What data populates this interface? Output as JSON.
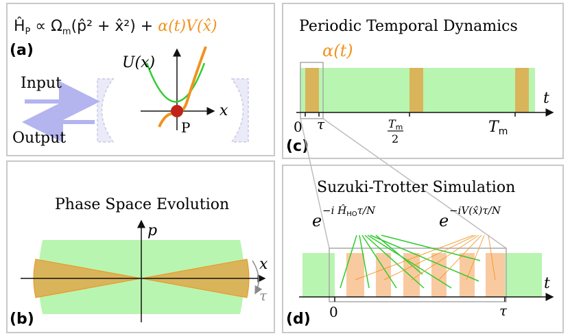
{
  "panel_a": {
    "label": "(a)",
    "formula_lhs": "Ĥ",
    "formula_lhs_sub": "P",
    "formula_mid": " ∝ Ω",
    "formula_mid_sub": "m",
    "formula_rhs_black": "(p̂² + x̂²) + ",
    "formula_rhs_orange": "α(t)V(x̂)",
    "input_label": "Input",
    "output_label": "Output",
    "potential_label": "U(x)",
    "x_axis_label": "x",
    "point_label": "P"
  },
  "panel_b": {
    "label": "(b)",
    "title": "Phase Space Evolution",
    "p_label": "p",
    "x_label": "x",
    "tau_label": "τ"
  },
  "panel_c": {
    "label": "(c)",
    "title": "Periodic Temporal Dynamics",
    "alpha_label": "α(t)",
    "t_label": "t",
    "tick_0": "0",
    "tick_tau": "τ",
    "tick_half_num": "T",
    "tick_half_num_sub": "m",
    "tick_half_den": "2",
    "tick_T": "T",
    "tick_T_sub": "m"
  },
  "panel_d": {
    "label": "(d)",
    "title": "Suzuki-Trotter Simulation",
    "left_exp_base": "e",
    "left_exp_power": "−i Ĥ",
    "left_exp_sub": "HO",
    "left_exp_tail": "τ/N",
    "right_exp_base": "e",
    "right_exp_power": "−iV(x̂)τ/N",
    "t_label": "t",
    "tick_0": "0",
    "tick_tau": "τ"
  },
  "colors": {
    "green_fill": "#b8f5b0",
    "green_line": "#2ecc2e",
    "orange": "#f0921e",
    "orange_fill": "#f9caa0",
    "gold_fill": "#d9b45a",
    "purple_arrow": "#b4b4ef",
    "mirror_fill": "#eaeaf8",
    "red_dot": "#c0231a",
    "gray": "#8a8a8a"
  }
}
